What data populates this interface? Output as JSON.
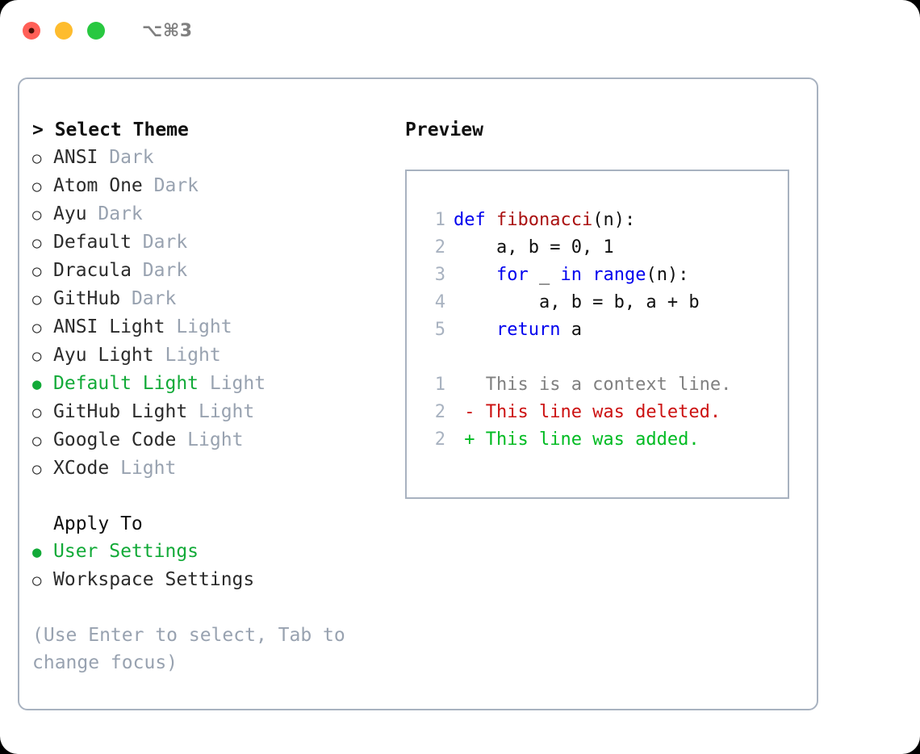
{
  "titlebar": {
    "shortcut": "⌥⌘3",
    "lights": [
      "close-red",
      "minimize-yellow",
      "maximize-green"
    ]
  },
  "theme_selector": {
    "heading": "> Select Theme",
    "items": [
      {
        "marker": "○",
        "name": "ANSI",
        "tag": "Dark",
        "selected": false
      },
      {
        "marker": "○",
        "name": "Atom One",
        "tag": "Dark",
        "selected": false
      },
      {
        "marker": "○",
        "name": "Ayu",
        "tag": "Dark",
        "selected": false
      },
      {
        "marker": "○",
        "name": "Default",
        "tag": "Dark",
        "selected": false
      },
      {
        "marker": "○",
        "name": "Dracula",
        "tag": "Dark",
        "selected": false
      },
      {
        "marker": "○",
        "name": "GitHub",
        "tag": "Dark",
        "selected": false
      },
      {
        "marker": "○",
        "name": "ANSI Light",
        "tag": "Light",
        "selected": false
      },
      {
        "marker": "○",
        "name": "Ayu Light",
        "tag": "Light",
        "selected": false
      },
      {
        "marker": "●",
        "name": "Default Light",
        "tag": "Light",
        "selected": true
      },
      {
        "marker": "○",
        "name": "GitHub Light",
        "tag": "Light",
        "selected": false
      },
      {
        "marker": "○",
        "name": "Google Code",
        "tag": "Light",
        "selected": false
      },
      {
        "marker": "○",
        "name": "XCode",
        "tag": "Light",
        "selected": false
      }
    ]
  },
  "apply_to": {
    "heading": "Apply To",
    "items": [
      {
        "marker": "●",
        "name": "User Settings",
        "selected": true
      },
      {
        "marker": "○",
        "name": "Workspace Settings",
        "selected": false
      }
    ]
  },
  "hint": "(Use Enter to select, Tab to change focus)",
  "preview": {
    "title": "Preview",
    "code_lines": [
      {
        "ln": "1",
        "segments": [
          {
            "text": "def ",
            "kind": "kw"
          },
          {
            "text": "fibonacci",
            "kind": "fn"
          },
          {
            "text": "(n):",
            "kind": "pl"
          }
        ]
      },
      {
        "ln": "2",
        "segments": [
          {
            "text": "    a, b = 0, 1",
            "kind": "pl"
          }
        ]
      },
      {
        "ln": "3",
        "segments": [
          {
            "text": "    ",
            "kind": "pl"
          },
          {
            "text": "for",
            "kind": "kw"
          },
          {
            "text": " _ ",
            "kind": "pl"
          },
          {
            "text": "in",
            "kind": "kw"
          },
          {
            "text": " ",
            "kind": "pl"
          },
          {
            "text": "range",
            "kind": "kw"
          },
          {
            "text": "(n):",
            "kind": "pl"
          }
        ]
      },
      {
        "ln": "4",
        "segments": [
          {
            "text": "        a, b = b, a + b",
            "kind": "pl"
          }
        ]
      },
      {
        "ln": "5",
        "segments": [
          {
            "text": "    ",
            "kind": "pl"
          },
          {
            "text": "return",
            "kind": "kw"
          },
          {
            "text": " a",
            "kind": "pl"
          }
        ]
      }
    ],
    "diff_lines": [
      {
        "ln": "1",
        "text": "   This is a context line.",
        "kind": "diff-ctx"
      },
      {
        "ln": "2",
        "text": " - This line was deleted.",
        "kind": "diff-del"
      },
      {
        "ln": "2",
        "text": " + This line was added.",
        "kind": "diff-add"
      }
    ]
  },
  "colors": {
    "accent_green": "#12aa38",
    "muted_gray": "#98a2b0",
    "border": "#a8b2c0",
    "keyword_blue": "#0000ee",
    "function_red": "#aa1111",
    "diff_delete": "#cc1111",
    "diff_add": "#00bb22",
    "light_red": "#ff5f57",
    "light_yellow": "#febc2e",
    "light_green": "#28c840"
  }
}
